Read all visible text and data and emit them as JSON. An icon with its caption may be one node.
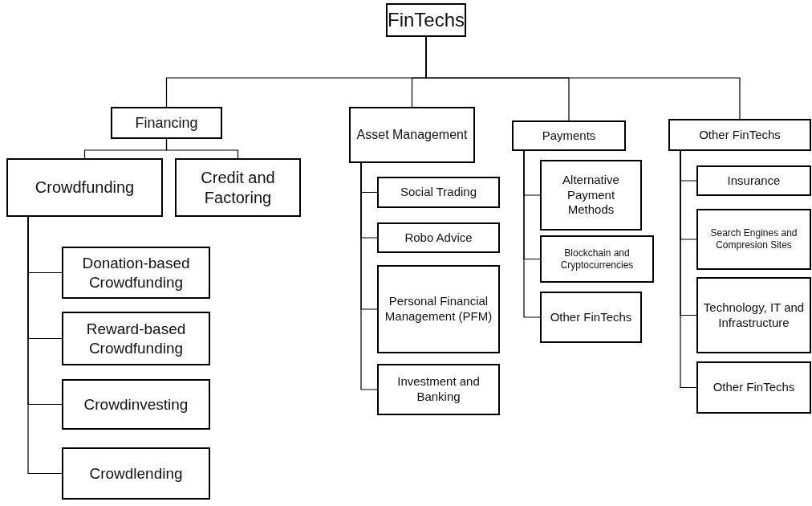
{
  "diagram": {
    "nodes": [
      {
        "text": [
          "FinTechs"
        ]
      },
      {
        "text": [
          "Financing"
        ]
      },
      {
        "text": [
          "Crowdfunding"
        ]
      },
      {
        "text": [
          "Credit and Factoring"
        ]
      },
      {
        "text": [
          "Donation-based Crowdfunding"
        ]
      },
      {
        "text": [
          "Reward-based Crowdfunding"
        ]
      },
      {
        "text": [
          "Crowdinvesting"
        ]
      },
      {
        "text": [
          "Crowdlending"
        ]
      },
      {
        "text": [
          "Asset Management"
        ]
      },
      {
        "text": [
          "Social Trading"
        ]
      },
      {
        "text": [
          "Robo Advice"
        ]
      },
      {
        "text": [
          "Personal Financial Management (PFM)"
        ]
      },
      {
        "text": [
          "Investment and Banking"
        ]
      },
      {
        "text": [
          "Payments"
        ]
      },
      {
        "text": [
          "Alternative Payment Methods"
        ]
      },
      {
        "text": [
          "Blockchain and Cryptocurrencies"
        ]
      },
      {
        "text": [
          "Other FinTechs"
        ]
      },
      {
        "text": [
          "Other FinTechs"
        ]
      },
      {
        "text": [
          "Insurance"
        ]
      },
      {
        "text": [
          "Search Engines and Compresion Sites"
        ]
      },
      {
        "text": [
          "Technology, IT and Infrastructure"
        ]
      },
      {
        "text": [
          "Other FinTechs"
        ]
      }
    ],
    "edges": [
      {
        "from": 0,
        "to": 1,
        "arrow": "none"
      },
      {
        "from": 0,
        "to": 8,
        "arrow": "none"
      },
      {
        "from": 0,
        "to": 13,
        "arrow": "none"
      },
      {
        "from": 0,
        "to": 17,
        "arrow": "none"
      },
      {
        "from": 1,
        "to": 2,
        "arrow": "none"
      },
      {
        "from": 1,
        "to": 3,
        "arrow": "none"
      },
      {
        "from": 2,
        "to": 4,
        "arrow": "none"
      },
      {
        "from": 2,
        "to": 5,
        "arrow": "none"
      },
      {
        "from": 2,
        "to": 6,
        "arrow": "none"
      },
      {
        "from": 2,
        "to": 7,
        "arrow": "none"
      },
      {
        "from": 8,
        "to": 9,
        "arrow": "none"
      },
      {
        "from": 8,
        "to": 10,
        "arrow": "none"
      },
      {
        "from": 8,
        "to": 11,
        "arrow": "none"
      },
      {
        "from": 8,
        "to": 12,
        "arrow": "none"
      },
      {
        "from": 13,
        "to": 14,
        "arrow": "none"
      },
      {
        "from": 13,
        "to": 15,
        "arrow": "none"
      },
      {
        "from": 13,
        "to": 16,
        "arrow": "none"
      },
      {
        "from": 17,
        "to": 18,
        "arrow": "none"
      },
      {
        "from": 17,
        "to": 19,
        "arrow": "none"
      },
      {
        "from": 17,
        "to": 20,
        "arrow": "none"
      },
      {
        "from": 17,
        "to": 21,
        "arrow": "none"
      }
    ]
  }
}
